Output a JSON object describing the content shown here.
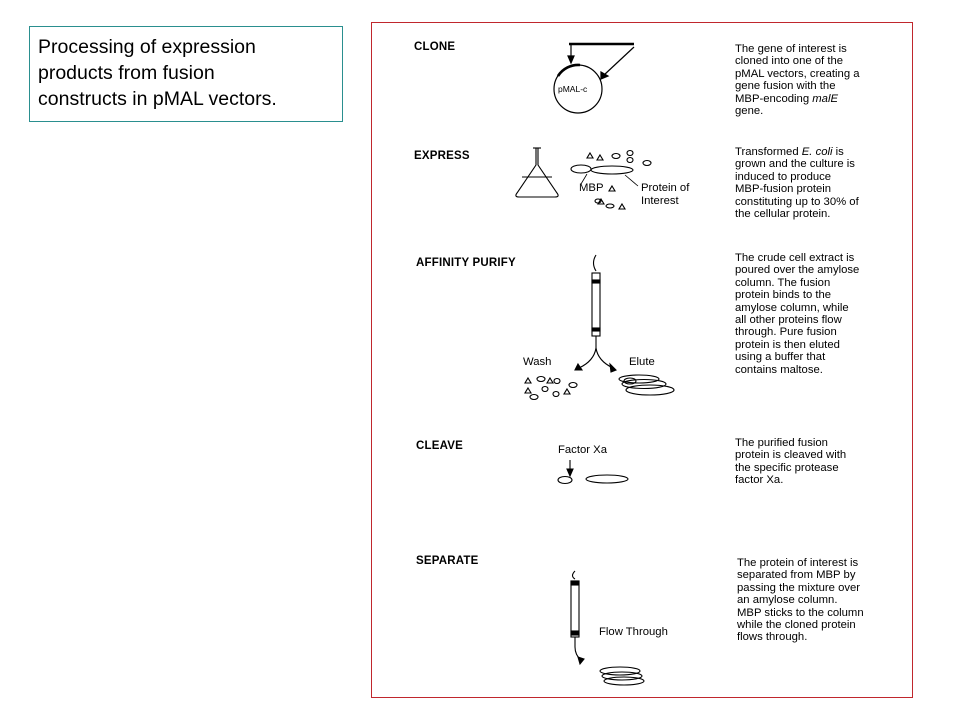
{
  "caption": {
    "lines": [
      "Processing of expression",
      "products from fusion",
      "constructs in pMAL vectors."
    ]
  },
  "steps": {
    "clone": {
      "title": "CLONE",
      "desc_lines": [
        "The gene of interest is",
        "cloned into one of the",
        "pMAL vectors, creating a",
        "gene fusion with the",
        "MBP-encoding malE",
        "gene."
      ],
      "plasmid_label": "pMAL-c"
    },
    "express": {
      "title": "EXPRESS",
      "desc_lines": [
        "Transformed E. coli is",
        "grown and the culture is",
        "induced to produce",
        "MBP-fusion protein",
        "constituting up to 30% of",
        "the cellular protein."
      ],
      "mbp_label": "MBP",
      "protein_label_1": "Protein of",
      "protein_label_2": "Interest"
    },
    "purify": {
      "title": "AFFINITY PURIFY",
      "desc_lines": [
        "The crude cell extract is",
        "poured over the amylose",
        "column. The fusion",
        "protein binds to the",
        "amylose column, while",
        "all other proteins flow",
        "through. Pure fusion",
        "protein is then eluted",
        "using a buffer that",
        "contains maltose."
      ],
      "wash_label": "Wash",
      "elute_label": "Elute"
    },
    "cleave": {
      "title": "CLEAVE",
      "desc_lines": [
        "The purified fusion",
        "protein is cleaved with",
        "the specific protease",
        "factor Xa."
      ],
      "factor_label": "Factor Xa"
    },
    "separate": {
      "title": "SEPARATE",
      "desc_lines": [
        "The  protein of interest is",
        "separated from MBP by",
        "passing the mixture over",
        "an amylose column.",
        "MBP sticks to the column",
        "while the cloned protein",
        "flows through."
      ],
      "flow_label": "Flow Through"
    }
  },
  "colors": {
    "caption_border": "#2a8f8f",
    "frame_border": "#c0272d"
  }
}
